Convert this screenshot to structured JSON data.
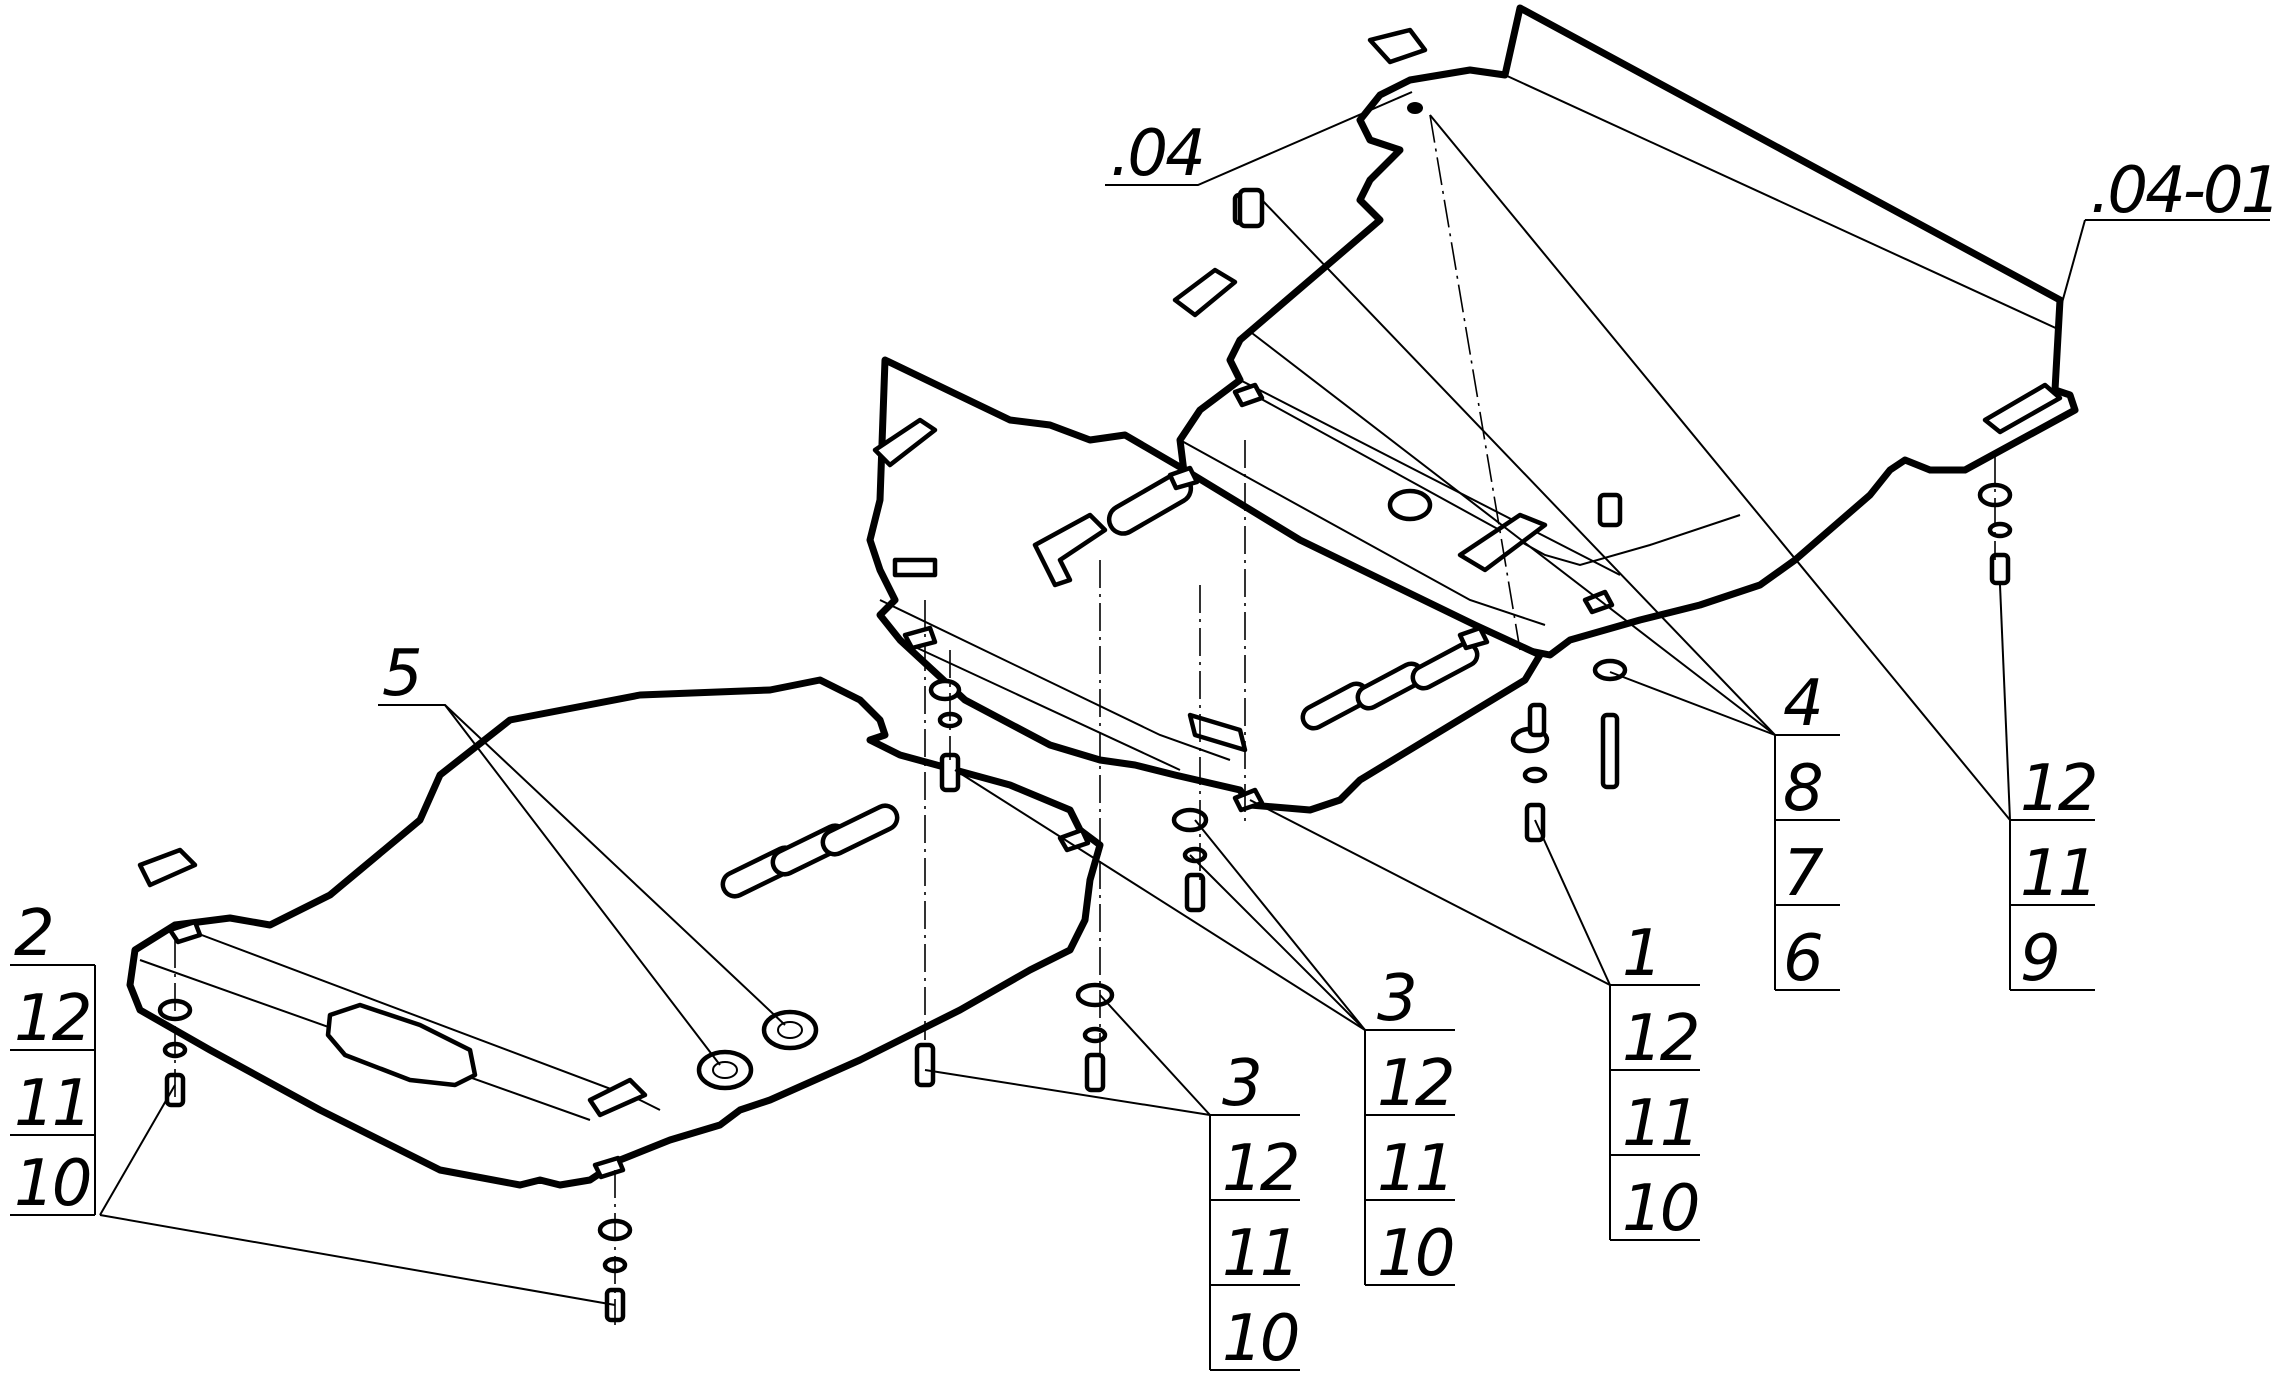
{
  "callouts": {
    "c04": ".04",
    "c0401": ".04-01",
    "c5": "5",
    "left_stack": [
      "2",
      "12",
      "11",
      "10"
    ],
    "mid1_stack": [
      "3",
      "12",
      "11",
      "10"
    ],
    "mid2_stack": [
      "3",
      "12",
      "11",
      "10"
    ],
    "right1_stack": [
      "1",
      "12",
      "11",
      "10"
    ],
    "right2_stack": [
      "4",
      "8",
      "7",
      "6"
    ],
    "far_stack": [
      "12",
      "11",
      "9"
    ]
  }
}
